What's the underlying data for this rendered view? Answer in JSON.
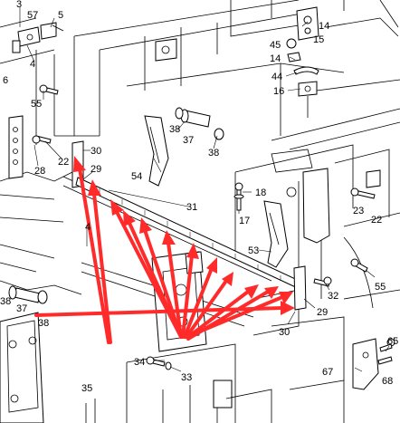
{
  "callouts": [
    {
      "id": "c3",
      "text": "3"
    },
    {
      "id": "c57",
      "text": "57"
    },
    {
      "id": "c5",
      "text": "5"
    },
    {
      "id": "c4a",
      "text": "4"
    },
    {
      "id": "c6",
      "text": "6"
    },
    {
      "id": "c55a",
      "text": "55"
    },
    {
      "id": "c28",
      "text": "28"
    },
    {
      "id": "c22a",
      "text": "22"
    },
    {
      "id": "c30a",
      "text": "30"
    },
    {
      "id": "c29a",
      "text": "29"
    },
    {
      "id": "c54",
      "text": "54"
    },
    {
      "id": "c38a",
      "text": "38"
    },
    {
      "id": "c37a",
      "text": "37"
    },
    {
      "id": "c38b",
      "text": "38"
    },
    {
      "id": "c14a",
      "text": "14"
    },
    {
      "id": "c15",
      "text": "15"
    },
    {
      "id": "c45",
      "text": "45"
    },
    {
      "id": "c14b",
      "text": "14"
    },
    {
      "id": "c44",
      "text": "44"
    },
    {
      "id": "c16",
      "text": "16"
    },
    {
      "id": "c31",
      "text": "31"
    },
    {
      "id": "c18",
      "text": "18"
    },
    {
      "id": "c17",
      "text": "17"
    },
    {
      "id": "c4b",
      "text": "4"
    },
    {
      "id": "c23",
      "text": "23"
    },
    {
      "id": "c22b",
      "text": "22"
    },
    {
      "id": "c53",
      "text": "53"
    },
    {
      "id": "c55b",
      "text": "55"
    },
    {
      "id": "c32",
      "text": "32"
    },
    {
      "id": "c29b",
      "text": "29"
    },
    {
      "id": "c30b",
      "text": "30"
    },
    {
      "id": "c38c",
      "text": "38"
    },
    {
      "id": "c37b",
      "text": "37"
    },
    {
      "id": "c38d",
      "text": "38"
    },
    {
      "id": "c34",
      "text": "34"
    },
    {
      "id": "c33",
      "text": "33"
    },
    {
      "id": "c65",
      "text": "65"
    },
    {
      "id": "c67",
      "text": "67"
    },
    {
      "id": "c68",
      "text": "68"
    },
    {
      "id": "c35",
      "text": "35"
    }
  ],
  "colors": {
    "line": "#000000",
    "background": "#ffffff",
    "annotation_arrow": "#ff2b2b"
  }
}
